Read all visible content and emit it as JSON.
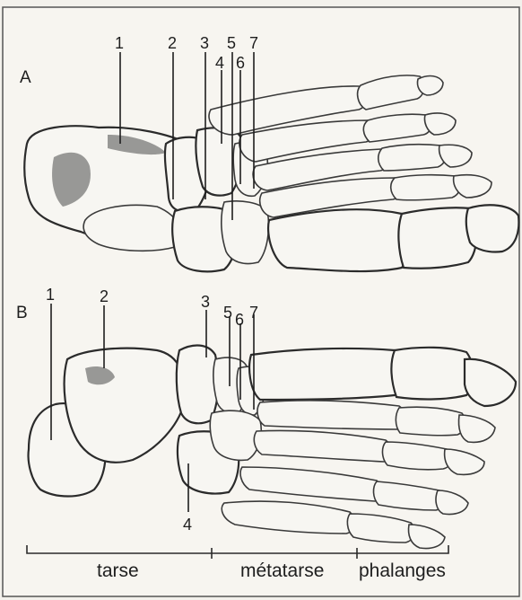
{
  "panels": {
    "a": {
      "label": "A",
      "numbers": [
        "1",
        "2",
        "3",
        "4",
        "5",
        "6",
        "7"
      ]
    },
    "b": {
      "label": "B",
      "numbers": [
        "1",
        "2",
        "3",
        "4",
        "5",
        "6",
        "7"
      ]
    }
  },
  "regions": {
    "tarse": "tarse",
    "metatarse": "métatarse",
    "phalanges": "phalanges"
  }
}
